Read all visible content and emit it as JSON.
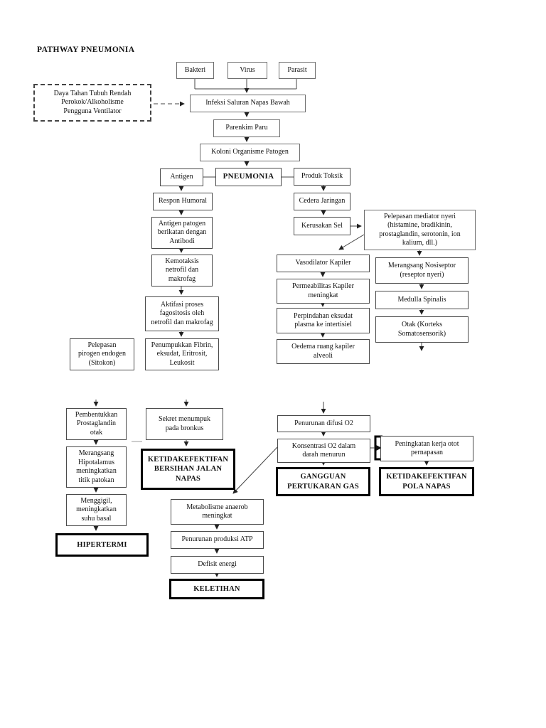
{
  "page": {
    "title": "PATHWAY PNEUMONIA",
    "background_color": "#ffffff",
    "line_color": "#3d3d3d",
    "box_border_color": "#4a4a4a",
    "diagnosis_border_color": "#000000"
  },
  "nodes": {
    "bakteri": "Bakteri",
    "virus": "Virus",
    "parasit": "Parasit",
    "risk_factors": "Daya Tahan Tubuh Rendah\nPerokok/Alkoholisme\nPengguna Ventilator",
    "infeksi": "Infeksi Saluran Napas Bawah",
    "parenkim": "Parenkim Paru",
    "koloni": "Koloni Organisme Patogen",
    "antigen": "Antigen",
    "pneumonia": "PNEUMONIA",
    "produk_toksik": "Produk Toksik",
    "respon_humoral": "Respon Humoral",
    "antigen_patogen": "Antigen patogen\nberikatan dengan\nAntibodi",
    "kemotaksis": "Kemotaksis\nnetrofil dan\nmakrofag",
    "aktifasi": "Aktifasi proses\nfagositosis oleh\nnetrofil dan makrofag",
    "penumpukkan": "Penumpukkan Fibrin,\neksudat, Eritrosit,\nLeukosit",
    "pelepasan_pirogen": "Pelepasan\npirogen endogen\n(Sitokon)",
    "cedera": "Cedera Jaringan",
    "kerusakan": "Kerusakan Sel",
    "mediator": "Pelepasan mediator nyeri\n(histamine, bradikinin,\nprostaglandin, serotonin, ion\nkalium, dll.)",
    "vasodilator": "Vasodilator Kapiler",
    "permeabilitas": "Permeabilitas Kapiler\nmeningkat",
    "perpindahan": "Perpindahan eksudat\nplasma ke intertisiel",
    "oedema": "Oedema ruang kapiler\nalveoli",
    "nosiseptor": "Merangsang Nosiseptor\n(reseptor nyeri)",
    "medulla": "Medulla Spinalis",
    "otak": "Otak (Korteks\nSomatosensorik)",
    "pembentukkan": "Pembentukkan\nProstaglandin\notak",
    "merangsang_hipotalamus": "Merangsang\nHipotalamus\nmeningkatkan\ntitik patokan",
    "menggigil": "Menggigil,\nmeningkatkan\nsuhu basal",
    "hipertermi": "HIPERTERMI",
    "sekret": "Sekret menumpuk\npada bronkus",
    "bersihan": "KETIDAKEFEKTIFAN\nBERSIHAN JALAN\nNAPAS",
    "penurunan_difusi": "Penurunan difusi O2",
    "konsentrasi": "Konsentrasi O2 dalam\ndarah menurun",
    "gangguan": "GANGGUAN\nPERTUKARAN GAS",
    "peningkatan": "Peningkatan kerja otot\npernapasan",
    "pola_napas": "KETIDAKEFEKTIFAN\nPOLA NAPAS",
    "metabolisme": "Metabolisme anaerob\nmeningkat",
    "penurunan_atp": "Penurunan produksi ATP",
    "defisit": "Defisit energi",
    "keletihan": "KELETIHAN"
  }
}
